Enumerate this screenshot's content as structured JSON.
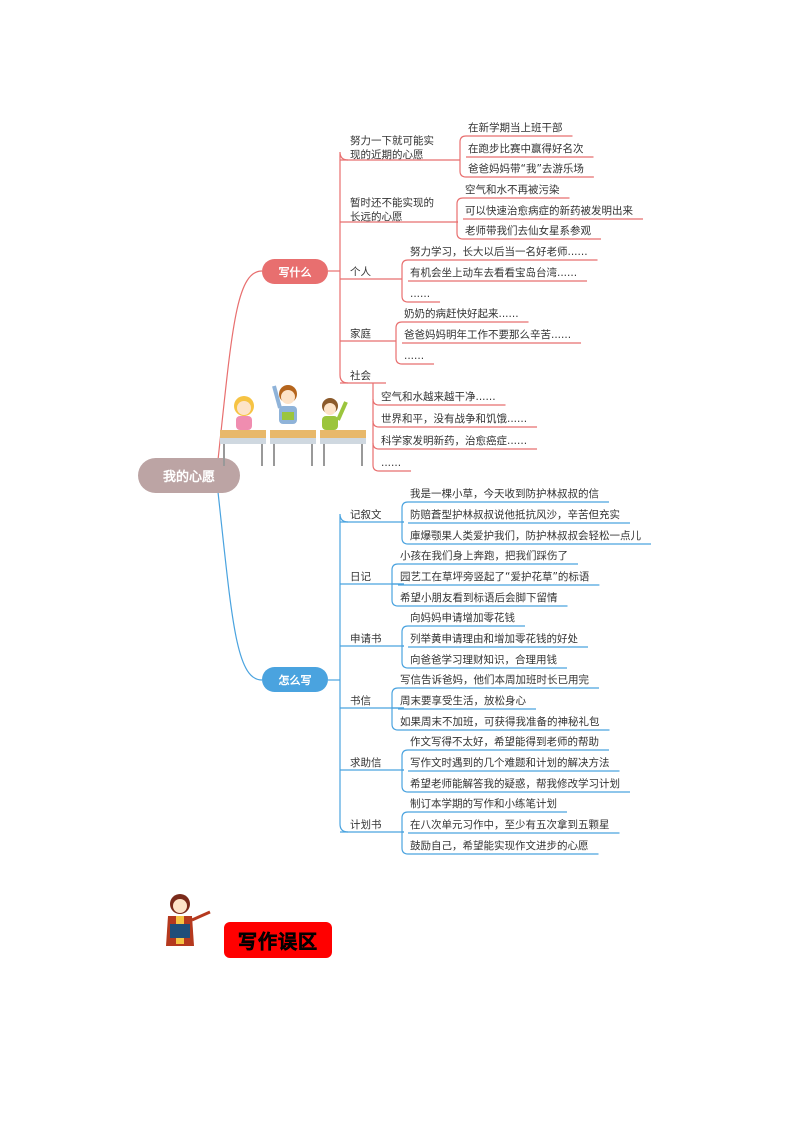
{
  "root": {
    "label": "我的心愿",
    "color": "#bca4a4"
  },
  "colors": {
    "what": "#e86f6f",
    "how": "#4aa3df"
  },
  "what": {
    "label": "写什么",
    "categories": [
      {
        "label": "努力一下就可能实现的近期的心愿",
        "children": [
          "在新学期当上班干部",
          "在跑步比赛中赢得好名次",
          "爸爸妈妈带“我”去游乐场"
        ]
      },
      {
        "label": "暂时还不能实现的长远的心愿",
        "children": [
          "空气和水不再被污染",
          "可以快速治愈病症的新药被发明出来",
          "老师带我们去仙女星系参观"
        ]
      },
      {
        "label": "个人",
        "children": [
          "努力学习，长大以后当一名好老师......",
          "有机会坐上动车去看看宝岛台湾......",
          "......"
        ]
      },
      {
        "label": "家庭",
        "children": [
          "奶奶的病赶快好起来......",
          "爸爸妈妈明年工作不要那么辛苦......",
          "......"
        ]
      },
      {
        "label": "社会",
        "children": [
          "空气和水越来越干净......",
          "世界和平，没有战争和饥饿......",
          "科学家发明新药，治愈癌症......",
          "......"
        ]
      }
    ]
  },
  "how": {
    "label": "怎么写",
    "categories": [
      {
        "label": "记叙文",
        "children": [
          "我是一棵小草，今天收到防护林叔叔的信",
          "防赔蒼型护林叔叔说他抵抗风沙，辛苦但充实",
          "庫爆颚果人类爱护我们，防护林叔叔会轻松一点儿"
        ]
      },
      {
        "label": "日记",
        "children": [
          "小孩在我们身上奔跑，把我们踩伤了",
          "园艺工在草坪旁竖起了“爱护花草”的标语",
          "希望小朋友看到标语后会脚下留情"
        ]
      },
      {
        "label": "申请书",
        "children": [
          "向妈妈申请增加零花钱",
          "列举黄申请理由和增加零花钱的好处",
          "向爸爸学习理财知识，合理用钱"
        ]
      },
      {
        "label": "书信",
        "children": [
          "写信告诉爸妈，他们本周加班时长已用完",
          "周末要享受生活，放松身心",
          "如果周末不加班，可获得我准备的神秘礼包"
        ]
      },
      {
        "label": "求助信",
        "children": [
          "作文写得不太好，希望能得到老师的帮助",
          "写作文时遇到的几个难题和计划的解决方法",
          "希望老师能解答我的疑惑，帮我修改学习计划"
        ]
      },
      {
        "label": "计划书",
        "children": [
          "制订本学期的写作和小练笔计划",
          "在八次单元习作中，至少有五次拿到五颗星",
          "鼓励自己，希望能实现作文进步的心愿"
        ]
      }
    ]
  },
  "footer_badge": "写作误区"
}
